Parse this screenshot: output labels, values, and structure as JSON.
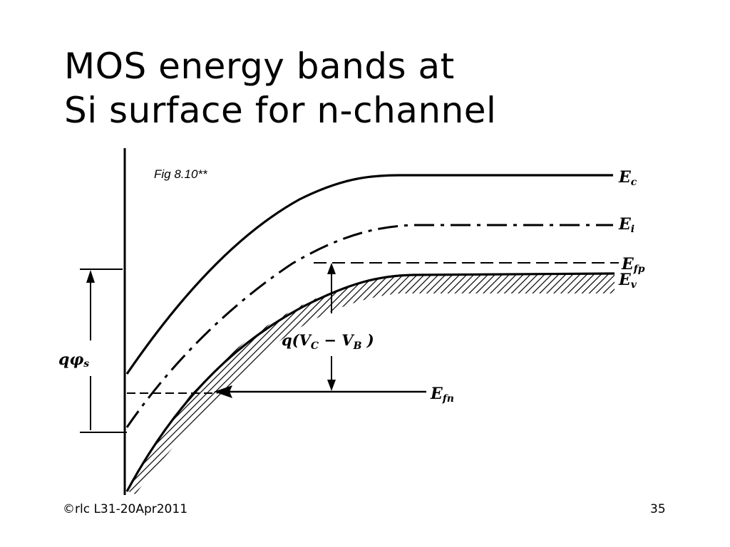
{
  "slide": {
    "title_line1": "MOS energy bands at",
    "title_line2": "Si surface for n-channel",
    "footer_left": "©rlc L31-20Apr2011",
    "footer_right": "35"
  },
  "diagram": {
    "fig_label": "Fig 8.10**",
    "labels": {
      "ec": "E",
      "ec_sub": "c",
      "ei": "E",
      "ei_sub": "i",
      "efp": "E",
      "efp_sub": "fp",
      "ev": "E",
      "ev_sub": "v",
      "efn": "E",
      "efn_sub": "fn",
      "qphi": "qφ",
      "qphi_sub": "s",
      "vcb_pre": "q(V",
      "vcb_c": "C",
      "vcb_mid": " − V",
      "vcb_b": "B",
      "vcb_post": " )"
    }
  }
}
